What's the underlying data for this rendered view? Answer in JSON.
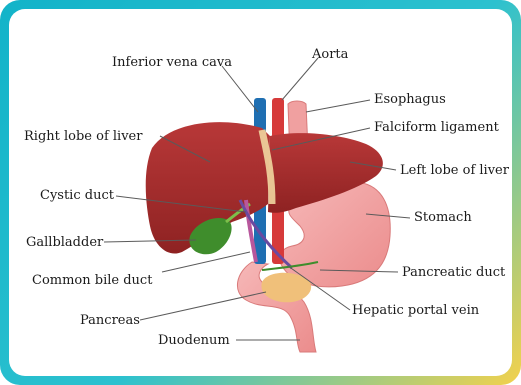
{
  "labels": {
    "inferior_vena_cava": "Inferior vena cava",
    "aorta": "Aorta",
    "esophagus": "Esophagus",
    "falciform_ligament": "Falciform ligament",
    "right_lobe": "Right lobe of liver",
    "left_lobe": "Left lobe of liver",
    "cystic_duct": "Cystic duct",
    "stomach": "Stomach",
    "gallbladder": "Gallbladder",
    "common_bile_duct": "Common bile duct",
    "pancreatic_duct": "Pancreatic duct",
    "pancreas": "Pancreas",
    "hepatic_portal_vein": "Hepatic portal vein",
    "duodenum": "Duodenum"
  },
  "colors": {
    "liver": "#a32b2b",
    "stomach": "#f2a3a3",
    "gallbladder": "#3f8d2c",
    "vena_cava": "#1f6fb2",
    "aorta": "#d63a3a",
    "pancreas": "#f0c07a",
    "frame_start": "#12b3c9",
    "frame_end": "#f3d14c"
  }
}
